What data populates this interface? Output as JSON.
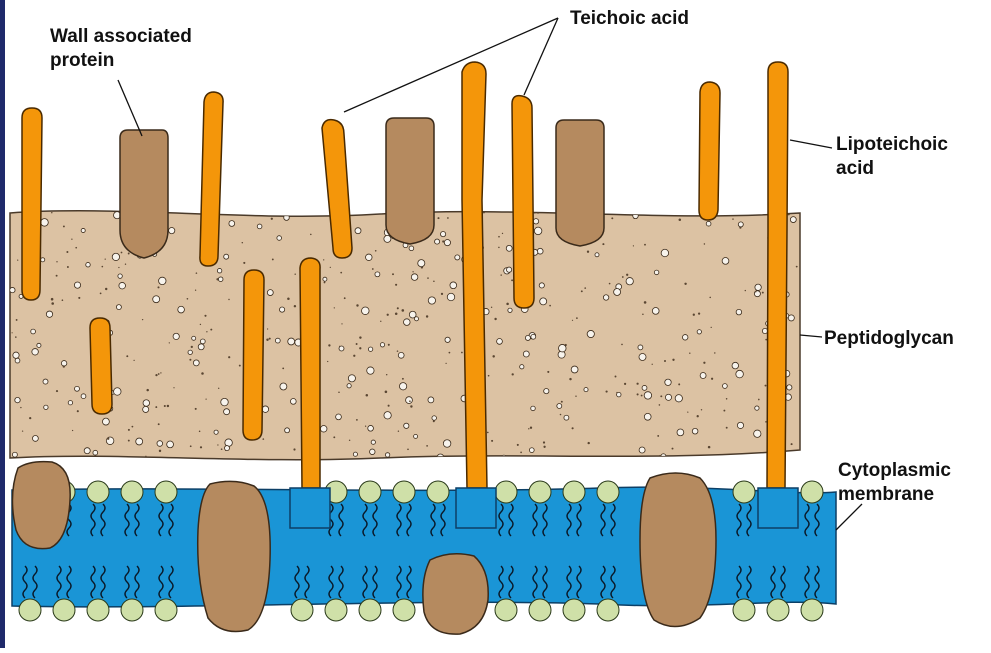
{
  "labels": {
    "teichoic_acid": "Teichoic acid",
    "wall_protein_line1": "Wall associated",
    "wall_protein_line2": "protein",
    "lipoteichoic_line1": "Lipoteichoic",
    "lipoteichoic_line2": "acid",
    "peptidoglycan": "Peptidoglycan",
    "cytoplasmic_line1": "Cytoplasmic",
    "cytoplasmic_line2": "membrane"
  },
  "colors": {
    "teichoic_acid": "#f4960a",
    "protein": "#b58a5f",
    "peptidoglycan": "#dcc2a3",
    "membrane": "#1a95d6",
    "lipid_head": "#cfe0a8",
    "frame": "#1f2a6b"
  }
}
